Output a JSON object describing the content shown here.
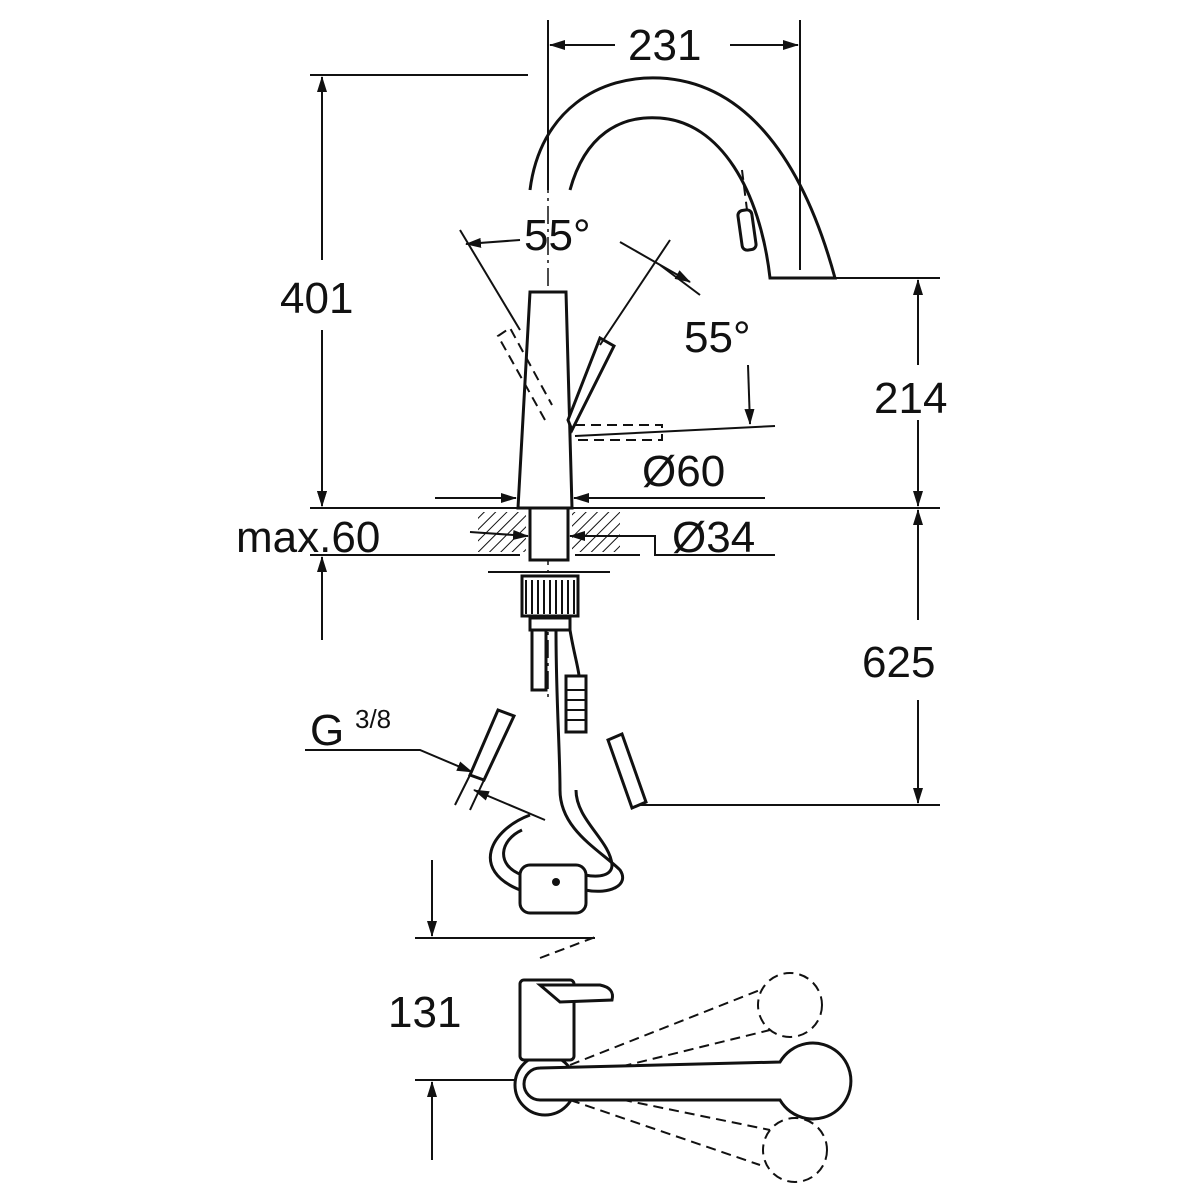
{
  "drawing": {
    "dimensions": {
      "spout_reach": "231",
      "total_height": "401",
      "lever_angle_left": "55°",
      "lever_angle_right": "55°",
      "spout_height": "214",
      "base_diameter": "Ø60",
      "max_deck_thickness": "max.60",
      "hole_diameter": "Ø34",
      "hose_length": "625",
      "connection_thread": "G",
      "connection_thread_size": "3/8",
      "top_view_offset": "131"
    },
    "colors": {
      "line": "#111111",
      "background": "#ffffff"
    }
  }
}
